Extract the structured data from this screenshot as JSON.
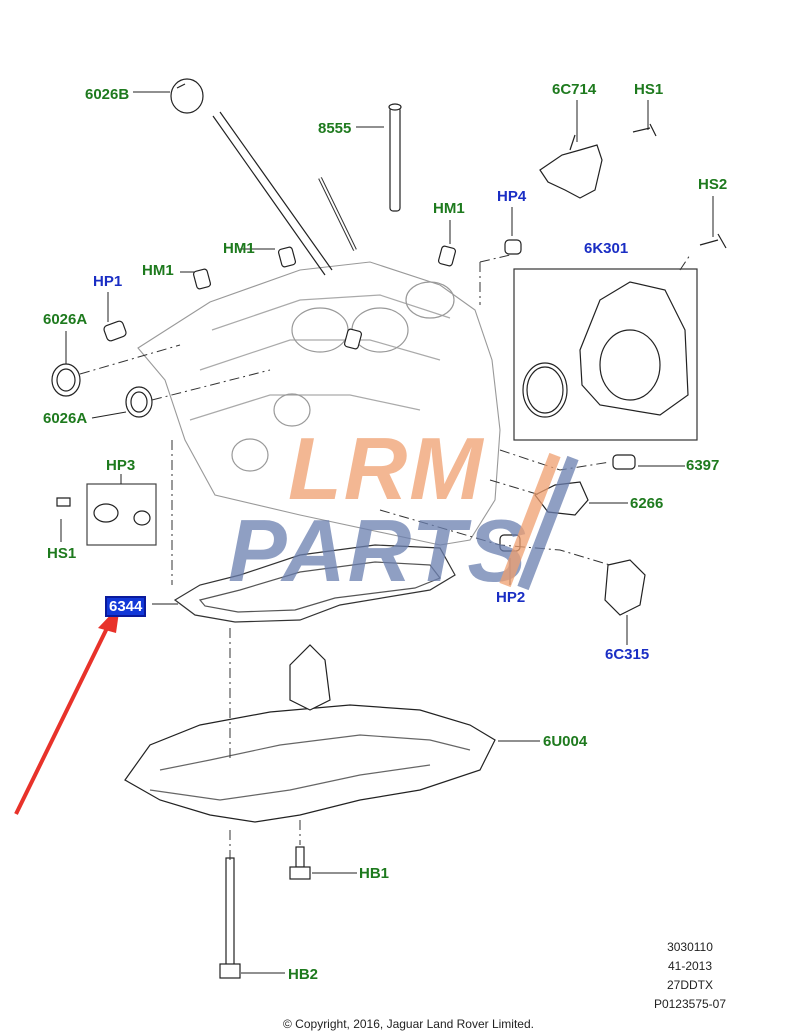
{
  "labels": {
    "l6026B": "6026B",
    "l8555": "8555",
    "l6C714": "6C714",
    "lHS1a": "HS1",
    "lHS2": "HS2",
    "lHM1a": "HM1",
    "lHP4": "HP4",
    "lHM1b": "HM1",
    "lHM1c": "HM1",
    "l6K301": "6K301",
    "lHP1": "HP1",
    "l6026Aa": "6026A",
    "l6026Ab": "6026A",
    "lHP3": "HP3",
    "l6397": "6397",
    "l6266": "6266",
    "lHS1b": "HS1",
    "l6344": "6344",
    "lHP2": "HP2",
    "l6C315": "6C315",
    "l6U004": "6U004",
    "lHB1": "HB1",
    "lHB2": "HB2"
  },
  "reference": [
    "3030110",
    "41-2013",
    "27DDTX",
    "P0123575-07"
  ],
  "copyright": "© Copyright, 2016, Jaguar Land Rover Limited.",
  "watermark": {
    "line1": "LRM",
    "line2": "PARTS"
  },
  "colors": {
    "green_label": "#1e7a1e",
    "blue_label": "#1a2ec4",
    "selected_bg": "#1238d8",
    "arrow": "#e8322a",
    "watermark_orange": "#f0a070",
    "watermark_blue": "#6a7fb0"
  }
}
